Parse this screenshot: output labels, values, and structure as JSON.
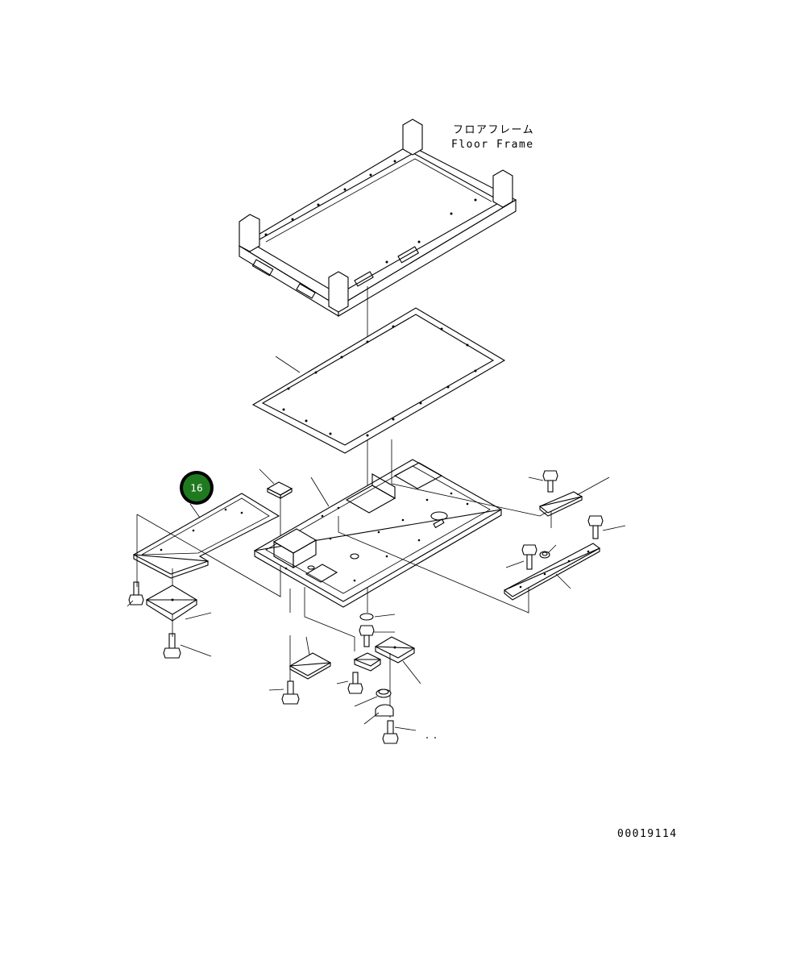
{
  "labels": {
    "floor_frame_jp": "フロアフレーム",
    "floor_frame_en": "Floor Frame",
    "drawing_number": "00019114"
  },
  "callout": {
    "number": "16",
    "color": "#1f7a1f",
    "ring_color": "#000000"
  }
}
